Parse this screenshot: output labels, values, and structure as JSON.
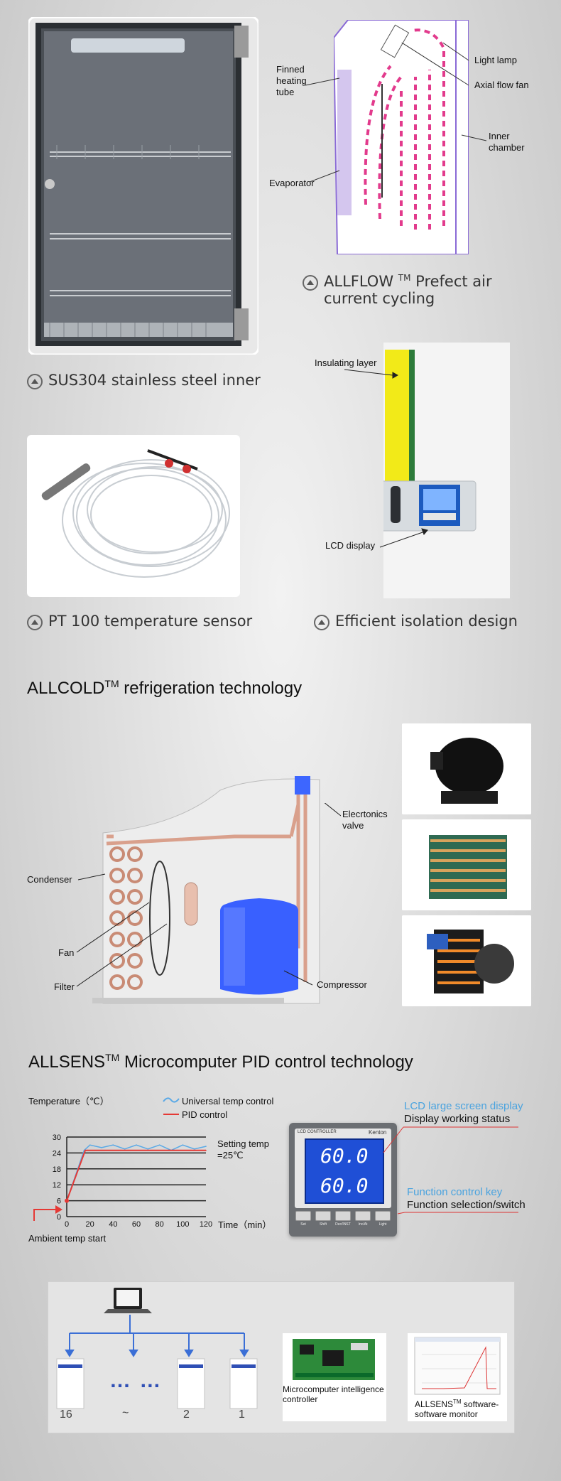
{
  "chamber": {
    "caption": "SUS304 stainless steel inner"
  },
  "airflow": {
    "labels": {
      "finned": "Finned\nheating\ntube",
      "evaporator": "Evaporator",
      "light_lamp": "Light lamp",
      "axial_fan": "Axial flow fan",
      "inner_chamber": "Inner\nchamber"
    },
    "caption_brand": "ALLFLOW",
    "caption_tm": "TM",
    "caption_text": " Prefect air current cycling"
  },
  "sensor": {
    "caption": "PT 100 temperature sensor"
  },
  "isolation": {
    "insulating_label": "Insulating layer",
    "lcd_label": "LCD display",
    "caption": "Efficient isolation design"
  },
  "refrigeration": {
    "title_brand": "ALLCOLD",
    "title_tm": "TM",
    "title_text": "refrigeration technology",
    "labels": {
      "electronics_valve": "Elecrtonics\nvalve",
      "condenser": "Condenser",
      "fan": "Fan",
      "filter": "Filter",
      "compressor": "Compressor"
    }
  },
  "control": {
    "title_brand": "ALLSENS",
    "title_tm": "TM",
    "title_text": "Microcomputer PID control technology",
    "chart_ylabel": "Temperature（℃）",
    "legend_universal": "Universal temp control",
    "legend_pid": "PID control",
    "setting_temp": "Setting temp\n=25℃",
    "time_label": "Time（min）",
    "ambient_label": "Ambient temp start",
    "lcd_display_title": "LCD large screen display",
    "lcd_display_sub": "Display working status",
    "function_title": "Function control key",
    "function_sub": "Function selection/switch",
    "controller_header": "LCD CONTROLLER",
    "controller_brand": "Kenton",
    "controller_value1": "60.0",
    "controller_value2": "60.0",
    "controller_keys": [
      "Set",
      "Shift",
      "Dec/INST",
      "Inc/At",
      "Light"
    ]
  },
  "chart_data": {
    "type": "line",
    "xlabel": "Time（min）",
    "ylabel": "Temperature（℃）",
    "x_ticks": [
      0,
      20,
      40,
      60,
      80,
      100,
      120
    ],
    "y_ticks": [
      0,
      6,
      12,
      18,
      24,
      30
    ],
    "xlim": [
      0,
      120
    ],
    "ylim": [
      0,
      30
    ],
    "series": [
      {
        "name": "Universal temp control",
        "x": [
          0,
          15,
          20,
          30,
          40,
          50,
          60,
          70,
          80,
          90,
          100,
          110,
          120
        ],
        "y": [
          6,
          25,
          27,
          26,
          27,
          25.5,
          27,
          25.5,
          27,
          25,
          27,
          25.5,
          26.5
        ]
      },
      {
        "name": "PID control",
        "x": [
          0,
          16,
          120
        ],
        "y": [
          6,
          25,
          25
        ]
      }
    ]
  },
  "network": {
    "dots": "… …",
    "unit_labels": [
      "16",
      "~",
      "2",
      "1"
    ],
    "controller_caption": "Microcomputer intelligence controller",
    "software_caption": "ALLSENS",
    "software_tm": "TM",
    "software_text": " software-software monitor"
  },
  "colors": {
    "accent_blue": "#4aa3df",
    "pid_red": "#e53935",
    "universal_blue": "#5aa9e6"
  }
}
